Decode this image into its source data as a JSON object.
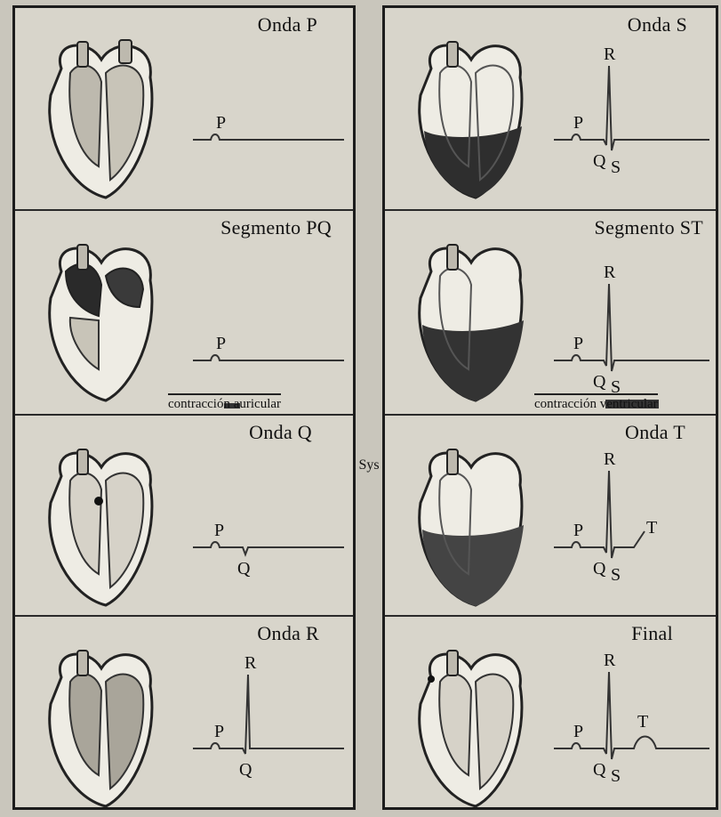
{
  "center_label": "Sys",
  "panels": [
    {
      "title": "Onda P",
      "labels": {
        "P": "P"
      }
    },
    {
      "title": "Segmento PQ",
      "labels": {
        "P": "P"
      },
      "caption": "contracción auricular"
    },
    {
      "title": "Onda Q",
      "labels": {
        "P": "P",
        "Q": "Q"
      }
    },
    {
      "title": "Onda R",
      "labels": {
        "P": "P",
        "Q": "Q",
        "R": "R"
      }
    },
    {
      "title": "Onda S",
      "labels": {
        "P": "P",
        "Q": "Q",
        "R": "R",
        "S": "S"
      }
    },
    {
      "title": "Segmento ST",
      "labels": {
        "P": "P",
        "Q": "Q",
        "R": "R",
        "S": "S"
      },
      "caption": "contracción ventricular"
    },
    {
      "title": "Onda T",
      "labels": {
        "P": "P",
        "Q": "Q",
        "R": "R",
        "S": "S",
        "T": "T"
      }
    },
    {
      "title": "Final",
      "labels": {
        "P": "P",
        "Q": "Q",
        "R": "R",
        "S": "S",
        "T": "T"
      }
    }
  ]
}
